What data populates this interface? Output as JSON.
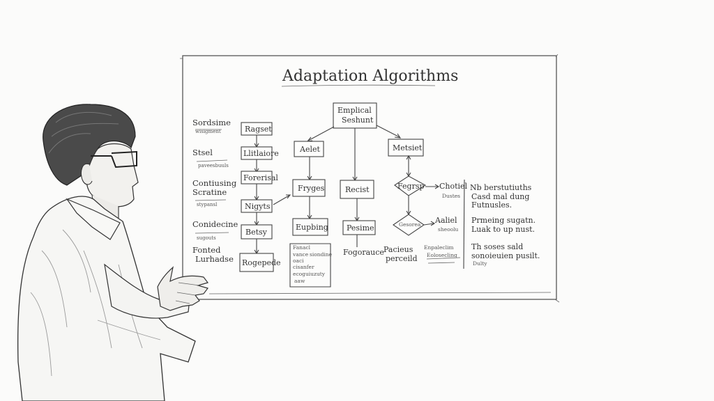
{
  "title": "Adaptation Algorithms",
  "left_labels": [
    {
      "label": "Sordsime",
      "note": "wisigment"
    },
    {
      "label": "Stsel",
      "note": "paveesbuuls"
    },
    {
      "label": "Contiusing",
      "sub": "Scratine",
      "note": "stypansl"
    },
    {
      "label": "Conidecine",
      "note": "sugouts"
    },
    {
      "label": "Fonted",
      "sub": "Lurhadse"
    }
  ],
  "left_boxes": [
    "Ragset",
    "Llitlaiore",
    "Forerisal",
    "Nigyts",
    "Betsy",
    "Rogepede"
  ],
  "top_box": [
    "Emplical",
    "Seshunt"
  ],
  "branch_boxes": [
    "Aelet",
    "Metsiet"
  ],
  "mid_boxes": [
    "Fryges",
    "Recist",
    "Fegrsp"
  ],
  "lower_boxes": [
    "Eupbing",
    "Pesime"
  ],
  "diamond": "Gesorea",
  "bottom_texts": [
    "Fogorauce",
    "Pacieus",
    "perceild"
  ],
  "list_box": [
    "Fanacl",
    "vance",
    "siondine",
    "oaci",
    "cisanfer",
    "ecoguiuzuty",
    "aaw"
  ],
  "right_small": [
    {
      "label": "Chotiel",
      "note": "Dustes"
    },
    {
      "label": "Aaliel",
      "note": "sheoolu"
    },
    {
      "label": "Enpaleclim",
      "note": "Eolosecling"
    }
  ],
  "right_notes": [
    [
      "Nb berstutiuths",
      "Casd mal dung",
      "Futnusles."
    ],
    [
      "Prmeing sugatn.",
      "Luak to up nust."
    ],
    [
      "Th soses sald",
      "sonoieuien pusilt.",
      "Dulty"
    ]
  ]
}
